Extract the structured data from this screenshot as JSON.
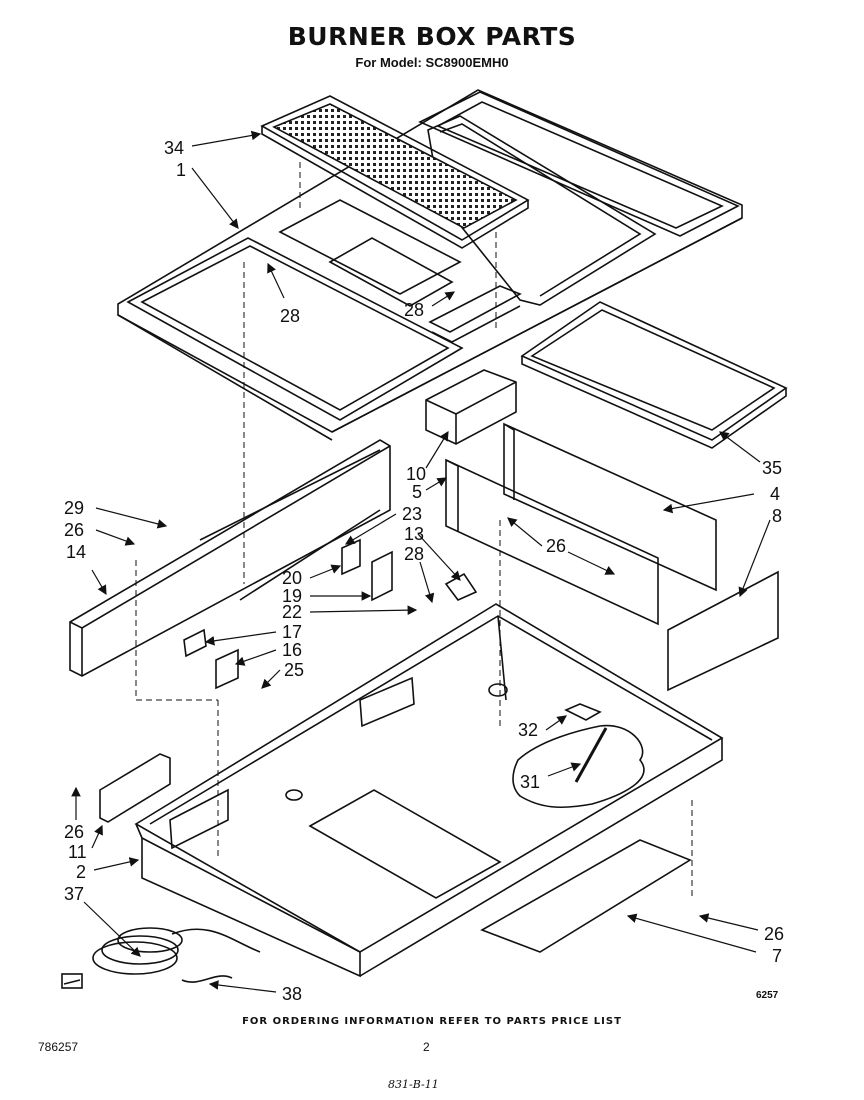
{
  "header": {
    "title": "BURNER BOX PARTS",
    "subtitle": "For Model: SC8900EMH0"
  },
  "callouts": {
    "c34": "34",
    "c1": "1",
    "c28a": "28",
    "c28b": "28",
    "c10": "10",
    "c5": "5",
    "c35": "35",
    "c4": "4",
    "c8": "8",
    "c29": "29",
    "c26a": "26",
    "c14": "14",
    "c23": "23",
    "c13": "13",
    "c28c": "28",
    "c26b": "26",
    "c20": "20",
    "c19": "19",
    "c22": "22",
    "c17": "17",
    "c16": "16",
    "c25": "25",
    "c32": "32",
    "c31": "31",
    "c26c": "26",
    "c11": "11",
    "c2": "2",
    "c37": "37",
    "c26d": "26",
    "c7": "7",
    "c38": "38"
  },
  "footer": {
    "ordering_note": "FOR ORDERING INFORMATION REFER TO PARTS PRICE LIST",
    "doc_code": "786257",
    "page": "2",
    "diagram_id": "6257",
    "handwritten_note": "831-B-11"
  }
}
